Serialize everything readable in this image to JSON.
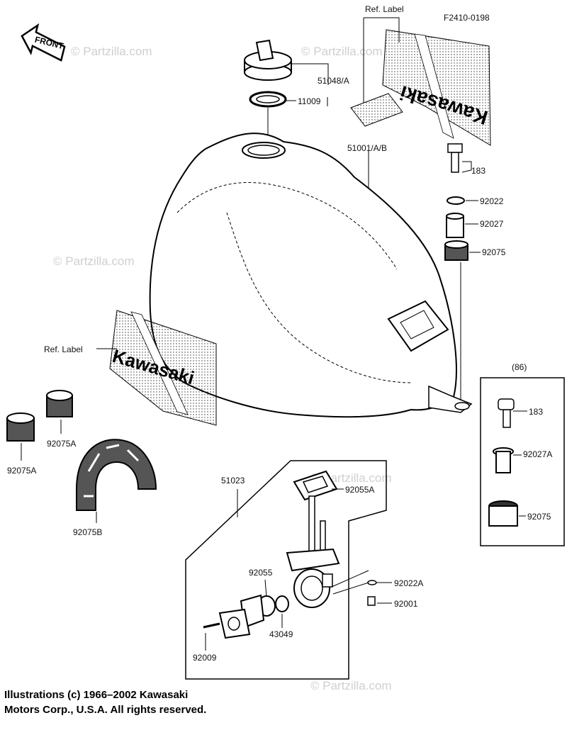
{
  "diagram": {
    "code": "F2410-0198",
    "front_label": "FRONT",
    "brand_word": "Kawasaki",
    "watermark": "© Partzilla.com",
    "labels": {
      "ref_label_top": "Ref. Label",
      "ref_label_left": "Ref. Label",
      "p51048": "51048/A",
      "p11009": "11009",
      "p51001": "51001/A/B",
      "p183": "183",
      "p92022": "92022",
      "p92027": "92027",
      "p92075": "92075",
      "group86": "(86)",
      "g183": "183",
      "g92027A": "92027A",
      "g92075": "92075",
      "p92075A_a": "92075A",
      "p92075A_b": "92075A",
      "p92075B": "92075B",
      "p51023": "51023",
      "p92055A": "92055A",
      "p92055": "92055",
      "p92022A": "92022A",
      "p92001": "92001",
      "p43049": "43049",
      "p92009": "92009"
    },
    "copyright": [
      "Illustrations (c) 1966–2002 Kawasaki",
      "Motors Corp., U.S.A.  All rights reserved."
    ]
  }
}
